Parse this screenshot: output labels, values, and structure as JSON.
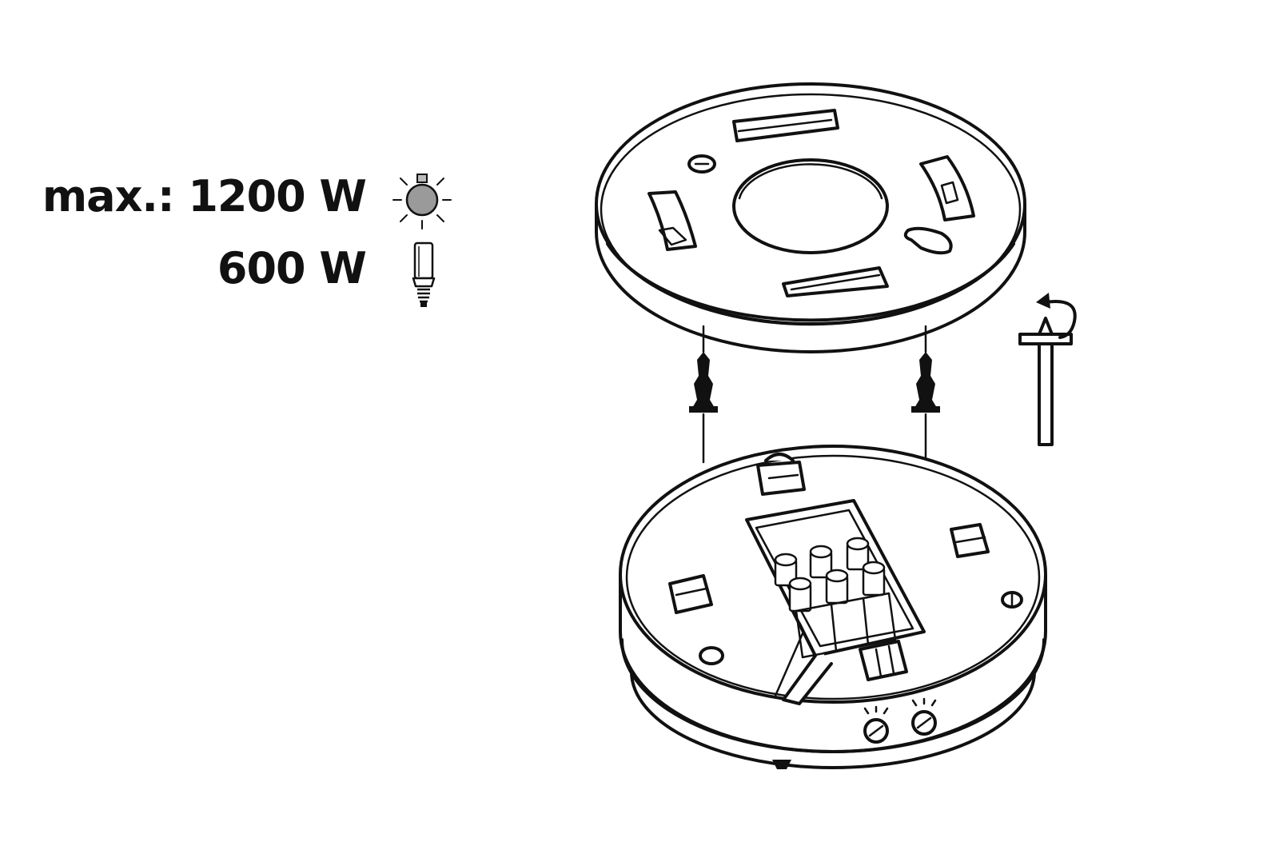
{
  "specs": [
    {
      "prefix": "max.: ",
      "value": "1200 W",
      "icon": "incandescent-bulb-icon"
    },
    {
      "prefix": "",
      "value": "600 W",
      "icon": "cfl-bulb-icon"
    }
  ],
  "colors": {
    "ink": "#111111",
    "bulb_fill": "#9a9a9a",
    "background": "#ffffff"
  },
  "tools": [
    "screwdriver-icon",
    "rotate-arrow-icon"
  ]
}
